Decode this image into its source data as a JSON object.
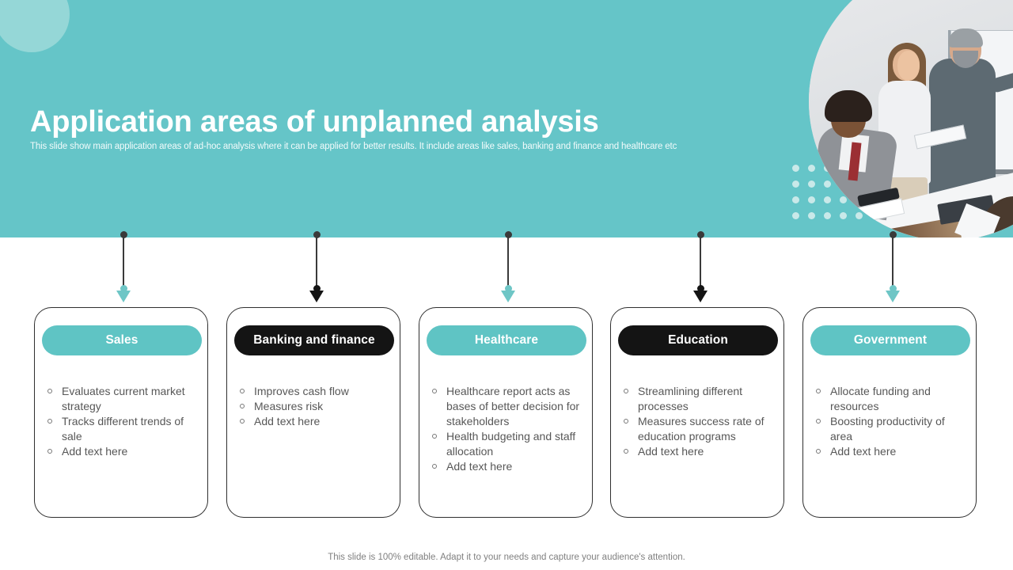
{
  "slide": {
    "title": "Application areas of unplanned analysis",
    "subtitle": "This slide show main application areas of ad-hoc analysis where it can be applied for better results. It include areas like sales, banking and finance and healthcare etc",
    "footer_note": "This slide is 100% editable. Adapt it to your needs and capture your audience's attention.",
    "photo_alt": "business-team-meeting-whiteboard-photo"
  },
  "colors": {
    "band_teal": "#65c5c8",
    "light_teal_circle": "#95d7d7",
    "pill_teal": "#5fc4c4",
    "pill_dark": "#141414",
    "dot_grid": "#c9e9e9",
    "card_border": "#2f2f2f",
    "body_text": "#575757",
    "footer_text": "#808080"
  },
  "cards": [
    {
      "label": "Sales",
      "theme": "teal",
      "bullets": [
        "Evaluates current market strategy",
        "Tracks different trends of sale",
        "Add text here"
      ]
    },
    {
      "label": "Banking and finance",
      "theme": "dark",
      "bullets": [
        "Improves cash flow",
        "Measures risk",
        "Add text here"
      ]
    },
    {
      "label": "Healthcare",
      "theme": "teal",
      "bullets": [
        "Healthcare report acts as bases of better decision for stakeholders",
        "Health budgeting and staff allocation",
        "Add text here"
      ]
    },
    {
      "label": "Education",
      "theme": "dark",
      "bullets": [
        "Streamlining different processes",
        "Measures success rate of education programs",
        "Add text here"
      ]
    },
    {
      "label": "Government",
      "theme": "teal",
      "bullets": [
        "Allocate funding and resources",
        "Boosting productivity of area",
        "Add text here"
      ]
    }
  ]
}
